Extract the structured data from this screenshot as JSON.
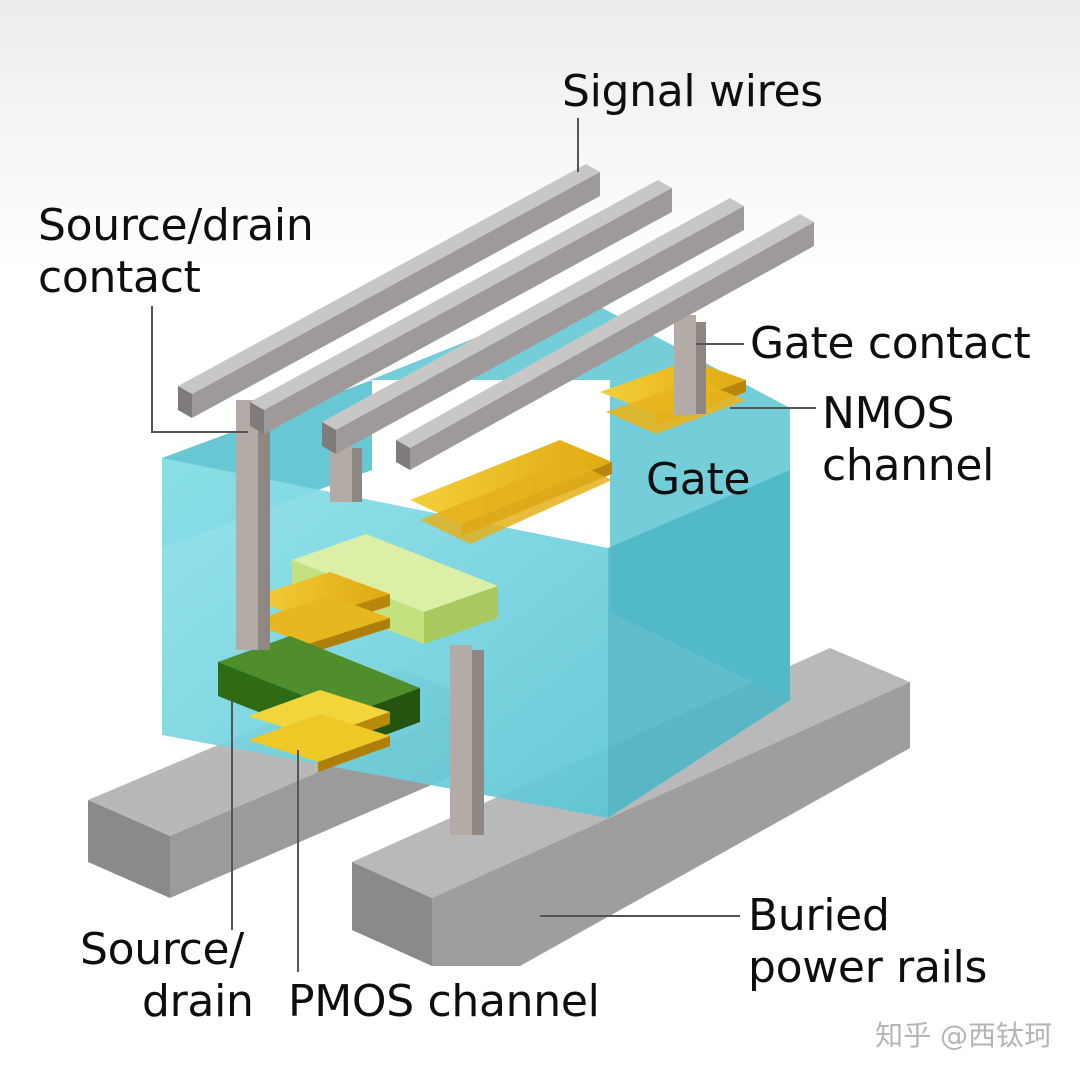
{
  "labels": {
    "signal_wires": "Signal wires",
    "source_drain_contact": [
      "Source/drain",
      "contact"
    ],
    "gate_contact": "Gate contact",
    "nmos_channel": [
      "NMOS",
      "channel"
    ],
    "gate": "Gate",
    "source_drain": [
      "Source/",
      "drain"
    ],
    "pmos_channel": "PMOS channel",
    "buried_power_rails": [
      "Buried",
      "power rails"
    ]
  },
  "watermark": "知乎 @西钛珂",
  "colors": {
    "rail": "#9c9c9c",
    "wire": "#a9a5a5",
    "gate": "#6fd0dc",
    "channel": "#e7b414",
    "source_drain_dark": "#3e7a1f",
    "source_drain_light": "#c8e489",
    "leader": "#555555"
  }
}
